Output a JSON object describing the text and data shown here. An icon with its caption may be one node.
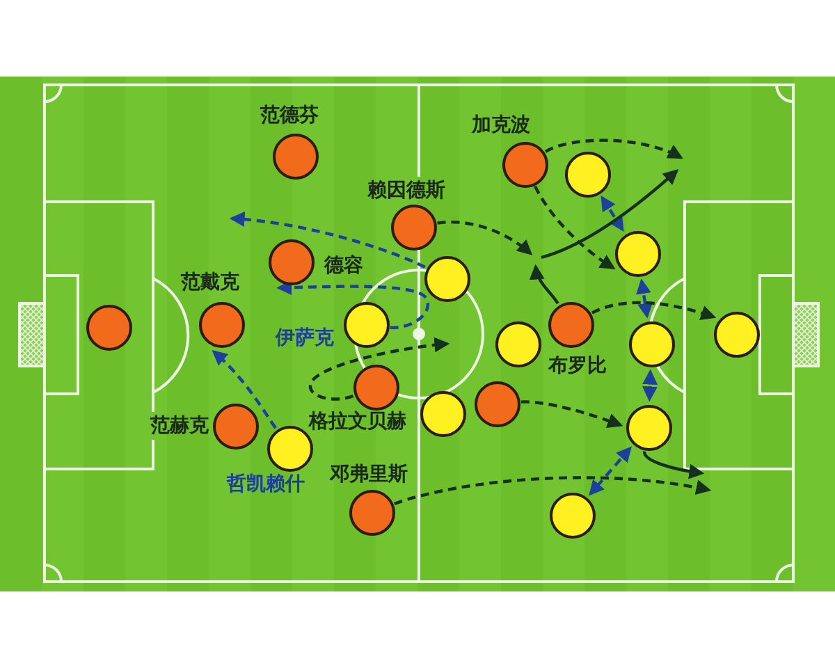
{
  "diagram": {
    "nodes": [
      {
        "text": [],
        "shape": "circle",
        "beside": [
          "范德芬"
        ]
      },
      {
        "text": [],
        "shape": "circle",
        "beside": [
          "加克波"
        ]
      },
      {
        "text": [],
        "shape": "circle"
      },
      {
        "text": [],
        "shape": "circle",
        "beside": [
          "赖因德斯"
        ]
      },
      {
        "text": [],
        "shape": "circle"
      },
      {
        "text": [],
        "shape": "circle",
        "beside": [
          "德容"
        ]
      },
      {
        "text": [],
        "shape": "circle"
      },
      {
        "text": [],
        "shape": "circle",
        "beside": [
          "范戴克"
        ]
      },
      {
        "text": [],
        "shape": "circle",
        "beside": [
          "布罗比"
        ]
      },
      {
        "text": [],
        "shape": "circle",
        "beside": [
          "伊萨克"
        ]
      },
      {
        "text": [],
        "shape": "circle"
      },
      {
        "text": [],
        "shape": "circle"
      },
      {
        "text": [],
        "shape": "circle"
      },
      {
        "text": [],
        "shape": "circle"
      },
      {
        "text": [],
        "shape": "circle",
        "beside": [
          "格拉文贝赫"
        ]
      },
      {
        "text": [],
        "shape": "circle"
      },
      {
        "text": [],
        "shape": "circle"
      },
      {
        "text": [],
        "shape": "circle",
        "beside": [
          "范赫克"
        ]
      },
      {
        "text": [],
        "shape": "circle"
      },
      {
        "text": [],
        "shape": "circle",
        "beside": [
          "哲凯赖什"
        ]
      },
      {
        "text": [],
        "shape": "circle",
        "beside": [
          "邓弗里斯"
        ]
      },
      {
        "text": [],
        "shape": "circle"
      }
    ],
    "edges": [
      {
        "from": 6,
        "to": null,
        "arrow": "to",
        "style": "dashed",
        "color": "#1d3f9e"
      },
      {
        "from": 9,
        "to": 5,
        "arrow": "to",
        "style": "dashed",
        "color": "#1d3f9e"
      },
      {
        "from": 14,
        "to": null,
        "arrow": "to",
        "style": "dashed"
      },
      {
        "from": 19,
        "to": 7,
        "arrow": "to",
        "style": "dashed",
        "color": "#1d3f9e"
      },
      {
        "from": 3,
        "to": null,
        "arrow": "to",
        "style": "dashed"
      },
      {
        "from": 8,
        "to": null,
        "arrow": "to"
      },
      {
        "from": 1,
        "to": null,
        "arrow": "to",
        "style": "dashed"
      },
      {
        "from": 1,
        "to": 4,
        "arrow": "to",
        "style": "dashed"
      },
      {
        "from": 2,
        "to": 4,
        "arrow": "both",
        "style": "dashed",
        "color": "#1d3f9e"
      },
      {
        "from": 4,
        "to": 12,
        "arrow": "both",
        "style": "dashed",
        "color": "#1d3f9e"
      },
      {
        "from": 8,
        "to": 11,
        "arrow": "to",
        "style": "dashed"
      },
      {
        "from": 12,
        "to": 18,
        "arrow": "both",
        "style": "dashed",
        "color": "#1d3f9e"
      },
      {
        "from": 15,
        "to": 18,
        "arrow": "to",
        "style": "dashed"
      },
      {
        "from": 18,
        "to": 21,
        "arrow": "both",
        "style": "dashed",
        "color": "#1d3f9e"
      },
      {
        "from": 20,
        "to": null,
        "arrow": "to",
        "style": "dashed"
      },
      {
        "from": 18,
        "to": null,
        "arrow": "to"
      }
    ]
  }
}
